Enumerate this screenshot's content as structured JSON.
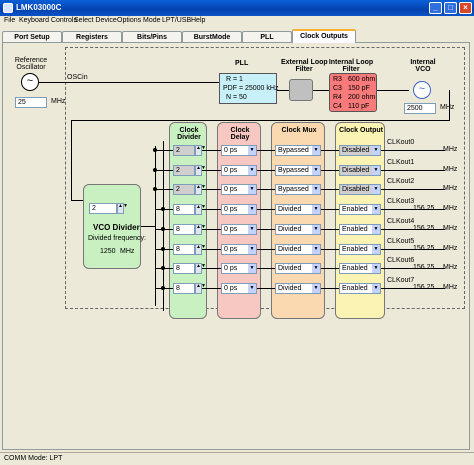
{
  "window": {
    "title": "LMK03000C"
  },
  "menu": [
    "File",
    "Keyboard Controls",
    "Select Device",
    "Options",
    "Mode",
    "LPT/USB",
    "Help"
  ],
  "tabs": [
    "Port Setup",
    "Registers",
    "Bits/Pins",
    "BurstMode",
    "PLL",
    "Clock Outputs"
  ],
  "active_tab": "Clock Outputs",
  "ref": {
    "title_line1": "Reference",
    "title_line2": "Oscillator",
    "value": "25",
    "unit": "MHz",
    "signal": "OSCin"
  },
  "pll": {
    "title": "PLL",
    "r": "R = 1",
    "pdf": "PDF = 25000 kHz",
    "n": "N = 50"
  },
  "ext_filter": {
    "line1": "External Loop",
    "line2": "Filter"
  },
  "int_filter": {
    "line1": "Internal Loop",
    "line2": "Filter",
    "rows": [
      [
        "R3",
        "600 ohm"
      ],
      [
        "C3",
        "150 pF"
      ],
      [
        "R4",
        "200 ohm"
      ],
      [
        "C4",
        "110 pF"
      ]
    ]
  },
  "vco": {
    "line1": "Internal",
    "line2": "VCO",
    "value": "2500",
    "unit": "MHz"
  },
  "vco_divider": {
    "value": "2",
    "title": "VCO Divider",
    "freq_label": "Divided frequency:",
    "freq_value": "1250",
    "freq_unit": "MHz"
  },
  "columns": {
    "divider": [
      "Clock",
      "Divider"
    ],
    "delay": [
      "Clock",
      "Delay"
    ],
    "mux": [
      "Clock Mux"
    ],
    "output": [
      "Clock Output"
    ]
  },
  "channels": [
    {
      "div": "2",
      "delay": "0 ps",
      "mux": "Bypassed",
      "out": "Disabled",
      "label": "CLKout0",
      "freq": "",
      "unit": "MHz"
    },
    {
      "div": "2",
      "delay": "0 ps",
      "mux": "Bypassed",
      "out": "Disabled",
      "label": "CLKout1",
      "freq": "",
      "unit": "MHz"
    },
    {
      "div": "2",
      "delay": "0 ps",
      "mux": "Bypassed",
      "out": "Disabled",
      "label": "CLKout2",
      "freq": "",
      "unit": "MHz"
    },
    {
      "div": "8",
      "delay": "0 ps",
      "mux": "Divided",
      "out": "Enabled",
      "label": "CLKout3",
      "freq": "156.25",
      "unit": "MHz"
    },
    {
      "div": "8",
      "delay": "0 ps",
      "mux": "Divided",
      "out": "Enabled",
      "label": "CLKout4",
      "freq": "156.25",
      "unit": "MHz"
    },
    {
      "div": "8",
      "delay": "0 ps",
      "mux": "Divided",
      "out": "Enabled",
      "label": "CLKout5",
      "freq": "156.25",
      "unit": "MHz"
    },
    {
      "div": "8",
      "delay": "0 ps",
      "mux": "Divided",
      "out": "Enabled",
      "label": "CLKout6",
      "freq": "156.25",
      "unit": "MHz"
    },
    {
      "div": "8",
      "delay": "0 ps",
      "mux": "Divided",
      "out": "Enabled",
      "label": "CLKout7",
      "freq": "156.25",
      "unit": "MHz"
    }
  ],
  "status": "COMM Mode: LPT",
  "colors": {
    "divider": "#c8f0c0",
    "delay": "#f7c7c2",
    "mux": "#fbd9b0",
    "output": "#fbf3b4",
    "pll": "#c8f0f8",
    "vco_div": "#c8f0c0",
    "int_filter": "#f87a7a"
  }
}
